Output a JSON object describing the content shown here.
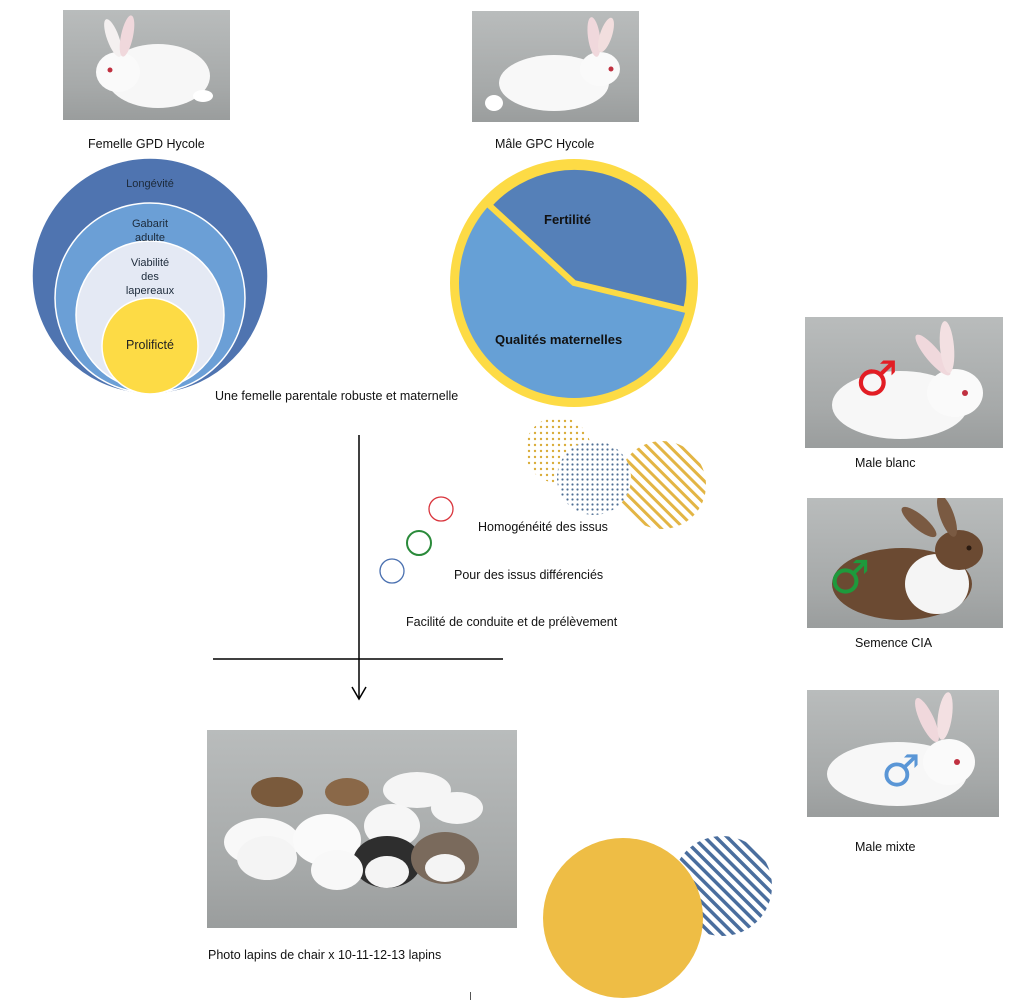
{
  "photos": {
    "female_caption": "Femelle GPD Hycole",
    "male_caption": "Mâle GPC Hycole",
    "male_blanc_caption": "Male blanc",
    "semence_caption": "Semence CIA",
    "male_mixte_caption": "Male mixte",
    "litter_caption": "Photo lapins  de chair  x 10-11-12-13   lapins"
  },
  "nested_circles": {
    "outer": "Longévité",
    "second_line1": "Gabarit",
    "second_line2": "adulte",
    "third_line1": "Viabilité",
    "third_line2": "des",
    "third_line3": "lapereaux",
    "inner": "Prolificté",
    "caption": "Une femelle parentale robuste et maternelle",
    "colors": {
      "outer": "#4f74b0",
      "second": "#6b9fd6",
      "third": "#e4e9f4",
      "inner": "#fddb45"
    }
  },
  "pie": {
    "slice1": "Fertilité",
    "slice2": "Qualités maternelles",
    "colors": {
      "fertilite": "#5580b8",
      "qualites": "#66a0d6",
      "border": "#fddb45"
    }
  },
  "legend": {
    "item1": "Homogénéité des issus",
    "item2": "Pour des issus  différenciés",
    "item3": "Facilité  de conduite et de prélèvement",
    "colors": {
      "red": "#d9343c",
      "green": "#2a8a3a",
      "blue": "#4a70b0"
    }
  },
  "symbols": {
    "male_icon": "♂"
  },
  "colors": {
    "gold": "#eebd45",
    "navy_hatch": "#4a6e9e"
  }
}
